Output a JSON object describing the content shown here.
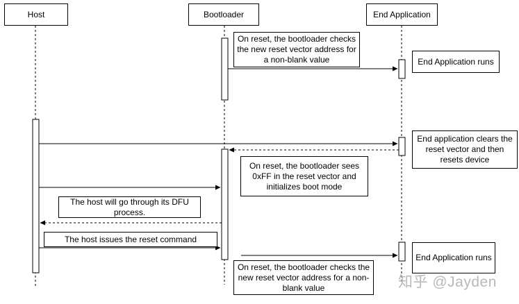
{
  "participants": {
    "host": "Host",
    "bootloader": "Bootloader",
    "end_application": "End Application"
  },
  "notes": {
    "note1": "On reset, the bootloader checks the new reset vector address for a non-blank value",
    "note2": "End Application runs",
    "note3": "End application clears the reset vector and then resets device",
    "note4": "On reset, the bootloader sees 0xFF in the reset vector and initializes boot mode",
    "note5": "The host will go through its DFU process.",
    "note6": "The host issues the reset command",
    "note7": "End Application runs",
    "note8": "On reset, the bootloader checks the new reset vector address for a non-blank value"
  },
  "watermark": "知乎 @Jayden"
}
